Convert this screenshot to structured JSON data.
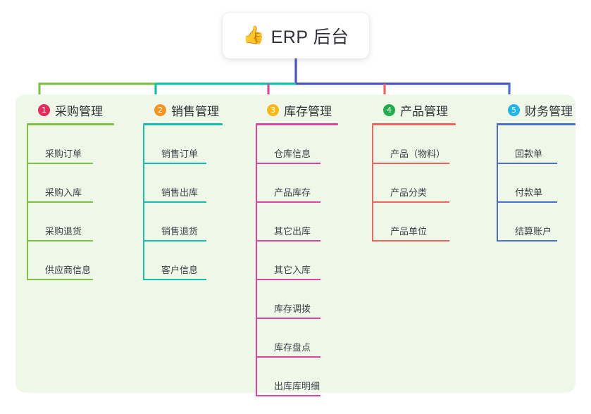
{
  "diagram": {
    "type": "mind-map",
    "title": "ERP 后台",
    "root": {
      "icon": "thumbs-up-icon",
      "emoji": "👍",
      "label": "ERP 后台"
    },
    "canvas_bg": "#ffffff",
    "panel_bg": "#eef7e8",
    "connector_colors": {
      "trunk": "#4a54c4",
      "bar_left": "#7dc243",
      "bar_mid": "#13c1ab",
      "bar_right": "#4a54c4"
    },
    "branches": [
      {
        "number": "1",
        "label": "采购管理",
        "badge_color": "#e8295c",
        "line_color": "#7dc243",
        "stub_color": "#7dc243",
        "items": [
          "采购订单",
          "采购入库",
          "采购退货",
          "供应商信息"
        ]
      },
      {
        "number": "2",
        "label": "销售管理",
        "badge_color": "#f6941e",
        "line_color": "#13c1ab",
        "stub_color": "#13c1ab",
        "items": [
          "销售订单",
          "销售出库",
          "销售退货",
          "客户信息"
        ]
      },
      {
        "number": "3",
        "label": "库存管理",
        "badge_color": "#f8b819",
        "line_color": "#e0449b",
        "stub_color": "#e0449b",
        "items": [
          "仓库信息",
          "产品库存",
          "其它出库",
          "其它入库",
          "库存调拨",
          "库存盘点",
          "出库库明细"
        ]
      },
      {
        "number": "4",
        "label": "产品管理",
        "badge_color": "#21ad4b",
        "line_color": "#f4635c",
        "stub_color": "#f4635c",
        "items": [
          "产品（物料）",
          "产品分类",
          "产品单位"
        ]
      },
      {
        "number": "5",
        "label": "财务管理",
        "badge_color": "#22b3e8",
        "line_color": "#4a6fd0",
        "stub_color": "#4a6fd0",
        "items": [
          "回款单",
          "付款单",
          "结算账户"
        ]
      }
    ]
  }
}
